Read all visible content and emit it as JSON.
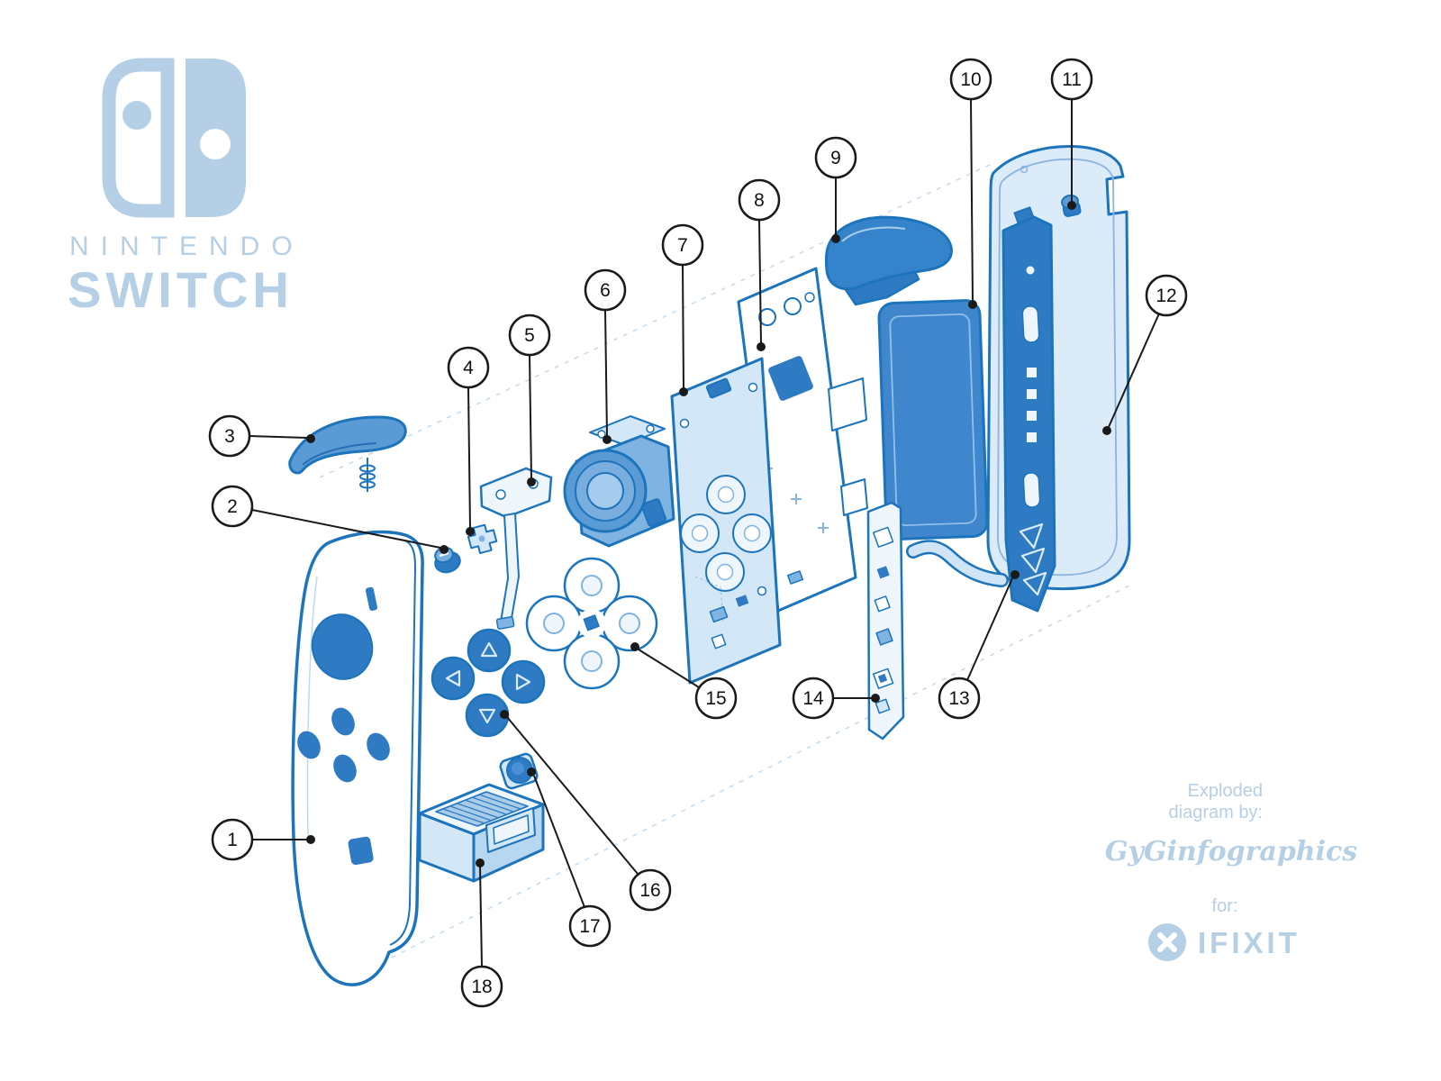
{
  "logo": {
    "brand_name": "NINTENDO",
    "product_name": "SWITCH"
  },
  "callouts": {
    "labels": [
      "1",
      "2",
      "3",
      "4",
      "5",
      "6",
      "7",
      "8",
      "9",
      "10",
      "11",
      "12",
      "13",
      "14",
      "15",
      "16",
      "17",
      "18"
    ]
  },
  "credits": {
    "byline_line1": "Exploded",
    "byline_line2": "diagram by:",
    "author": "GyGinfographics",
    "for_label": "for:",
    "partner": "IFIXIT"
  },
  "colors": {
    "diagram_outline": "#1b74bc",
    "part_fill_light": "#dcebf8",
    "part_fill_medium": "#7fb3e2",
    "part_fill_dark": "#2e7bc4",
    "battery_fill": "#3f86cc",
    "logo_blue": "#b4cfe6",
    "callout_black": "#1a1a1a",
    "background": "#ffffff"
  }
}
